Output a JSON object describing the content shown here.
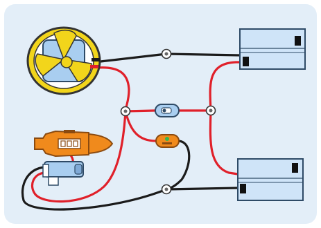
{
  "canvas": {
    "background": "#ffffff",
    "panel_fill": "#e3eef8"
  },
  "colors": {
    "wire_red": "#e0202a",
    "wire_black": "#1b1b1b",
    "fan_rim": "#f2d51b",
    "fan_rim_stroke": "#333333",
    "motor_blue": "#a9cef0",
    "battery_blue": "#cfe4f8",
    "battery_stroke": "#2e4a66",
    "battery_terminal": "#111111",
    "snap_fill": "#ffffff",
    "switch_blue": "#a9cef0",
    "led_orange": "#f08a1c",
    "led_dot": "#3ab44a",
    "horn_orange": "#f08a1c"
  },
  "components": {
    "fan": {
      "name": "fan-motor",
      "icon": "fan-icon",
      "blades": 3
    },
    "battery_top": {
      "name": "battery-pack-top",
      "icon": "battery-icon"
    },
    "battery_bottom": {
      "name": "battery-pack-bottom",
      "icon": "battery-icon"
    },
    "slide_switch": {
      "name": "slide-switch",
      "icon": "switch-icon"
    },
    "led": {
      "name": "led",
      "icon": "led-icon"
    },
    "horn": {
      "name": "horn-speaker",
      "icon": "speaker-icon"
    },
    "push_switch": {
      "name": "push-switch",
      "icon": "button-icon"
    }
  }
}
